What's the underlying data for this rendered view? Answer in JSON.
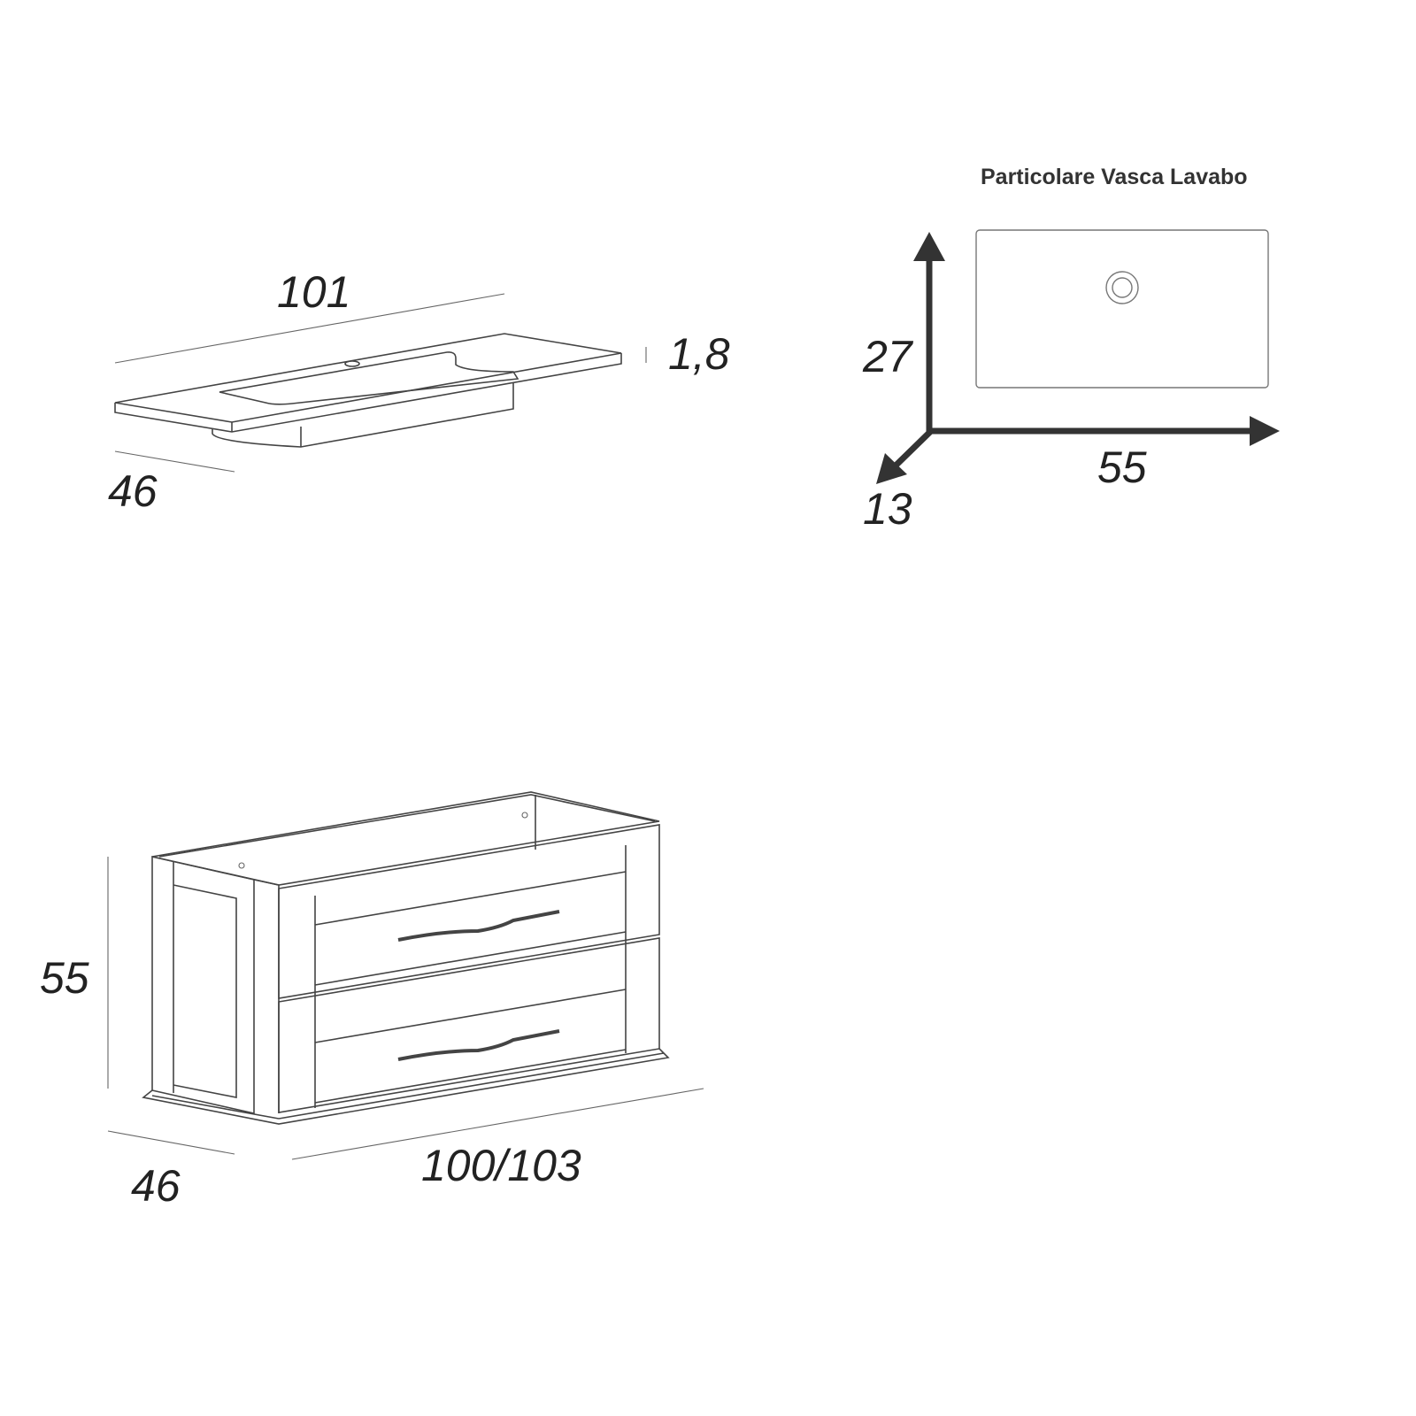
{
  "top_drawing": {
    "width": "101",
    "depth": "46",
    "thickness": "1,8"
  },
  "basin_detail": {
    "title": "Particolare Vasca Lavabo",
    "height": "27",
    "width": "55",
    "depth": "13",
    "axis_color": "#333333"
  },
  "cabinet_drawing": {
    "height": "55",
    "depth": "46",
    "width": "100/103"
  }
}
